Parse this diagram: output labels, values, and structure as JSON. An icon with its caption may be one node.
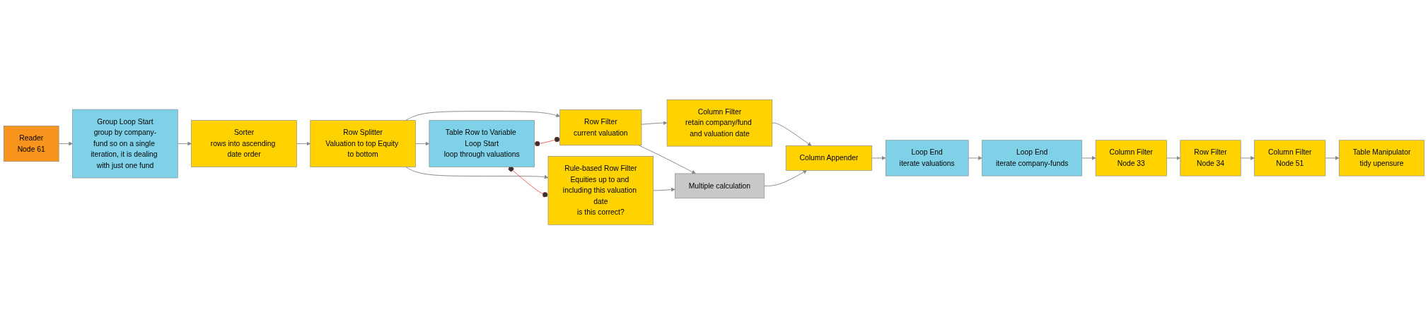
{
  "diagram": {
    "nodes": [
      {
        "text": [
          "Reader",
          "Node 61"
        ]
      },
      {
        "text": [
          "Group Loop Start",
          "group by company-fund so on a single iteration, it is dealing with just one fund"
        ]
      },
      {
        "text": [
          "Sorter",
          "rows into ascending date order"
        ]
      },
      {
        "text": [
          "Row Splitter",
          "Valuation to top Equity to bottom"
        ]
      },
      {
        "text": [
          "Table Row to Variable Loop Start",
          "loop through valuations"
        ]
      },
      {
        "text": [
          "Row Filter",
          "current valuation"
        ]
      },
      {
        "text": [
          "Rule-based Row Filter",
          "Equities up to and including this valuation date",
          "is this correct?"
        ]
      },
      {
        "text": [
          "Column Filter",
          "retain company/fund and valuation date"
        ]
      },
      {
        "text": [
          "Multiple calculation"
        ]
      },
      {
        "text": [
          "Column Appender"
        ]
      },
      {
        "text": [
          "Loop End",
          "iterate valuations"
        ]
      },
      {
        "text": [
          "Loop End",
          "iterate company-funds"
        ]
      },
      {
        "text": [
          "Column Filter",
          "Node 33"
        ]
      },
      {
        "text": [
          "Row Filter",
          "Node 34"
        ]
      },
      {
        "text": [
          "Column Filter",
          "Node 51"
        ]
      },
      {
        "text": [
          "Table Manipulator",
          "tidy upensure"
        ]
      }
    ],
    "edges": [
      {
        "from": 0,
        "to": 1,
        "arrow": "to"
      },
      {
        "from": 1,
        "to": 2,
        "arrow": "to"
      },
      {
        "from": 2,
        "to": 3,
        "arrow": "to"
      },
      {
        "from": 3,
        "to": 4,
        "arrow": "to"
      },
      {
        "from": 3,
        "to": 5,
        "arrow": "to"
      },
      {
        "from": 3,
        "to": 6,
        "arrow": "to"
      },
      {
        "from": 4,
        "to": 5,
        "arrow": "other",
        "color": "#f05a5a"
      },
      {
        "from": 4,
        "to": 6,
        "arrow": "other",
        "color": "#f05a5a"
      },
      {
        "from": 5,
        "to": 7,
        "arrow": "to"
      },
      {
        "from": 5,
        "to": 8,
        "arrow": "to"
      },
      {
        "from": 6,
        "to": 8,
        "arrow": "to"
      },
      {
        "from": 7,
        "to": 9,
        "arrow": "to"
      },
      {
        "from": 8,
        "to": 9,
        "arrow": "to"
      },
      {
        "from": 9,
        "to": 10,
        "arrow": "to"
      },
      {
        "from": 10,
        "to": 11,
        "arrow": "to"
      },
      {
        "from": 11,
        "to": 12,
        "arrow": "to"
      },
      {
        "from": 12,
        "to": 13,
        "arrow": "to"
      },
      {
        "from": 13,
        "to": 14,
        "arrow": "to"
      },
      {
        "from": 14,
        "to": 15,
        "arrow": "to"
      }
    ]
  }
}
